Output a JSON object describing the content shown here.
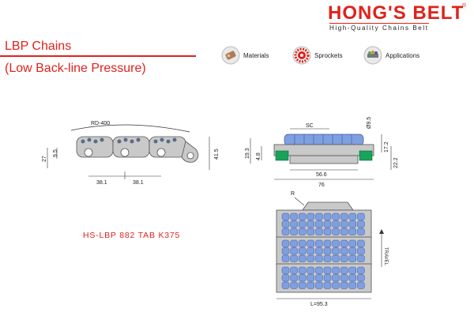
{
  "brand": {
    "name": "HONG'S BELT",
    "reg": "®",
    "tagline": "High-Quality Chains Belt"
  },
  "title": {
    "line1": "LBP Chains",
    "line2": "(Low Back-line Pressure)"
  },
  "nav": [
    {
      "label": "Materials",
      "icon": "materials-icon"
    },
    {
      "label": "Sprockets",
      "icon": "sprocket-icon"
    },
    {
      "label": "Applications",
      "icon": "applications-icon"
    }
  ],
  "side_view": {
    "radius": "RD-400",
    "pitch1": "38.1",
    "pitch2": "38.1",
    "h1": "27",
    "h2": "9.5",
    "h3": "41.5"
  },
  "front_view": {
    "sc": "SC",
    "dia": "Ø9.5",
    "h1": "19.3",
    "h2": "4.8",
    "h3": "17.2",
    "h4": "22.2",
    "w1": "56.6",
    "w2": "76"
  },
  "top_view": {
    "r": "R",
    "travel": "TRAVEL",
    "width": "L=95.3"
  },
  "model": "HS-LBP 882 TAB K375",
  "colors": {
    "accent": "#e0221b",
    "roller": "#7f9fe0",
    "green": "#19a35a",
    "steel": "#b8b8b8"
  }
}
